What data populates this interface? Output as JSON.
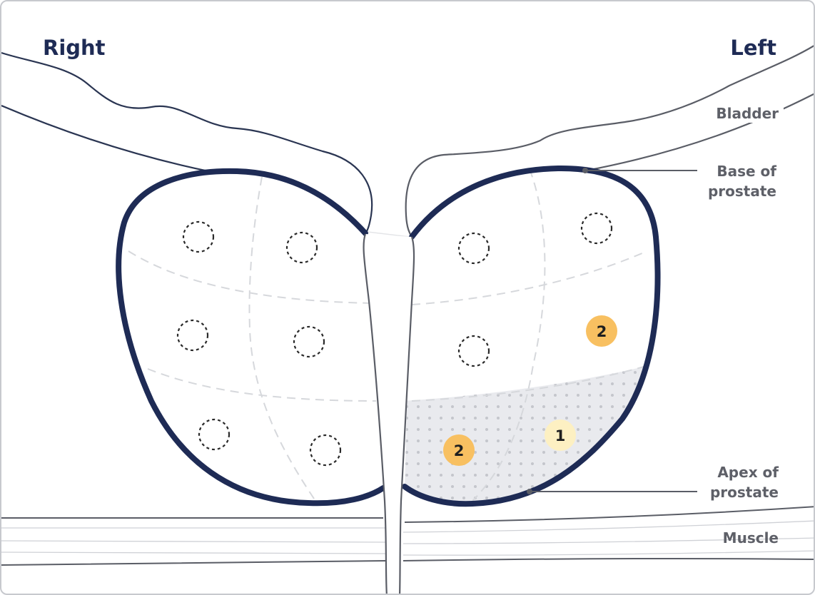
{
  "labels": {
    "right": "Right",
    "left": "Left",
    "bladder": "Bladder",
    "base_line1": "Base of",
    "base_line2": "prostate",
    "apex_line1": "Apex of",
    "apex_line2": "prostate",
    "muscle": "Muscle"
  },
  "markers": [
    {
      "value": "2",
      "color": "#f8c061"
    },
    {
      "value": "1",
      "color": "#fdf0c2"
    },
    {
      "value": "2",
      "color": "#f8c061"
    }
  ],
  "colors": {
    "prostate_outline": "#1e2b55",
    "anatomy_line": "#4b4e5a",
    "lesion_region": "#e9eaee",
    "marker_high": "#f8c061",
    "marker_low": "#fdf0c2"
  }
}
